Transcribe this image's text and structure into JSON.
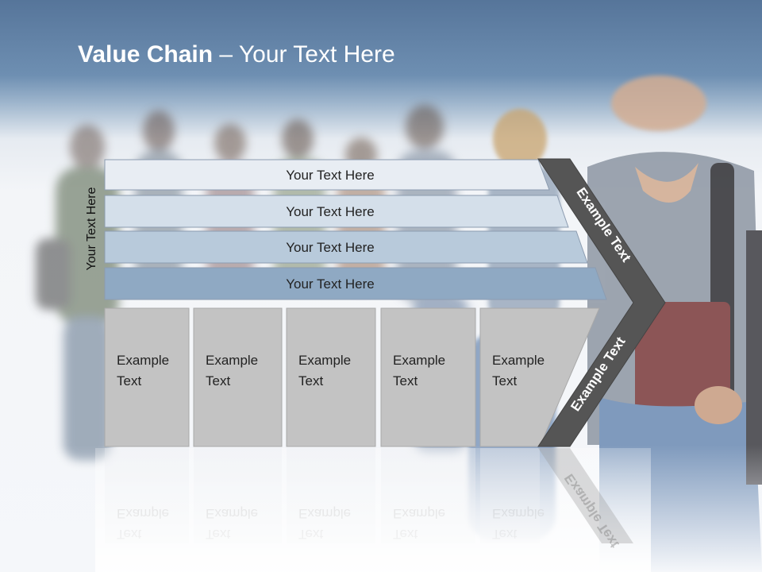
{
  "slide": {
    "title_bold": "Value Chain",
    "title_rest": " – Your Text Here",
    "side_label": "Your Text Here"
  },
  "bars": [
    {
      "label": "Your Text Here",
      "fill": "#e8edf3"
    },
    {
      "label": "Your Text Here",
      "fill": "#d4dfea"
    },
    {
      "label": "Your Text Here",
      "fill": "#b8cadb"
    },
    {
      "label": "Your Text Here",
      "fill": "#8fa9c3"
    }
  ],
  "boxes": [
    {
      "line1": "Example",
      "line2": "Text"
    },
    {
      "line1": "Example",
      "line2": "Text"
    },
    {
      "line1": "Example",
      "line2": "Text"
    },
    {
      "line1": "Example",
      "line2": "Text"
    },
    {
      "line1": "Example",
      "line2": "Text"
    }
  ],
  "chevron": {
    "upper_label": "Example Text",
    "lower_label": "Example Text",
    "fill": "#555555"
  },
  "colors": {
    "header_blue": "#56759a",
    "box_gray": "#c3c3c3",
    "box_border": "#a9a9a9"
  }
}
